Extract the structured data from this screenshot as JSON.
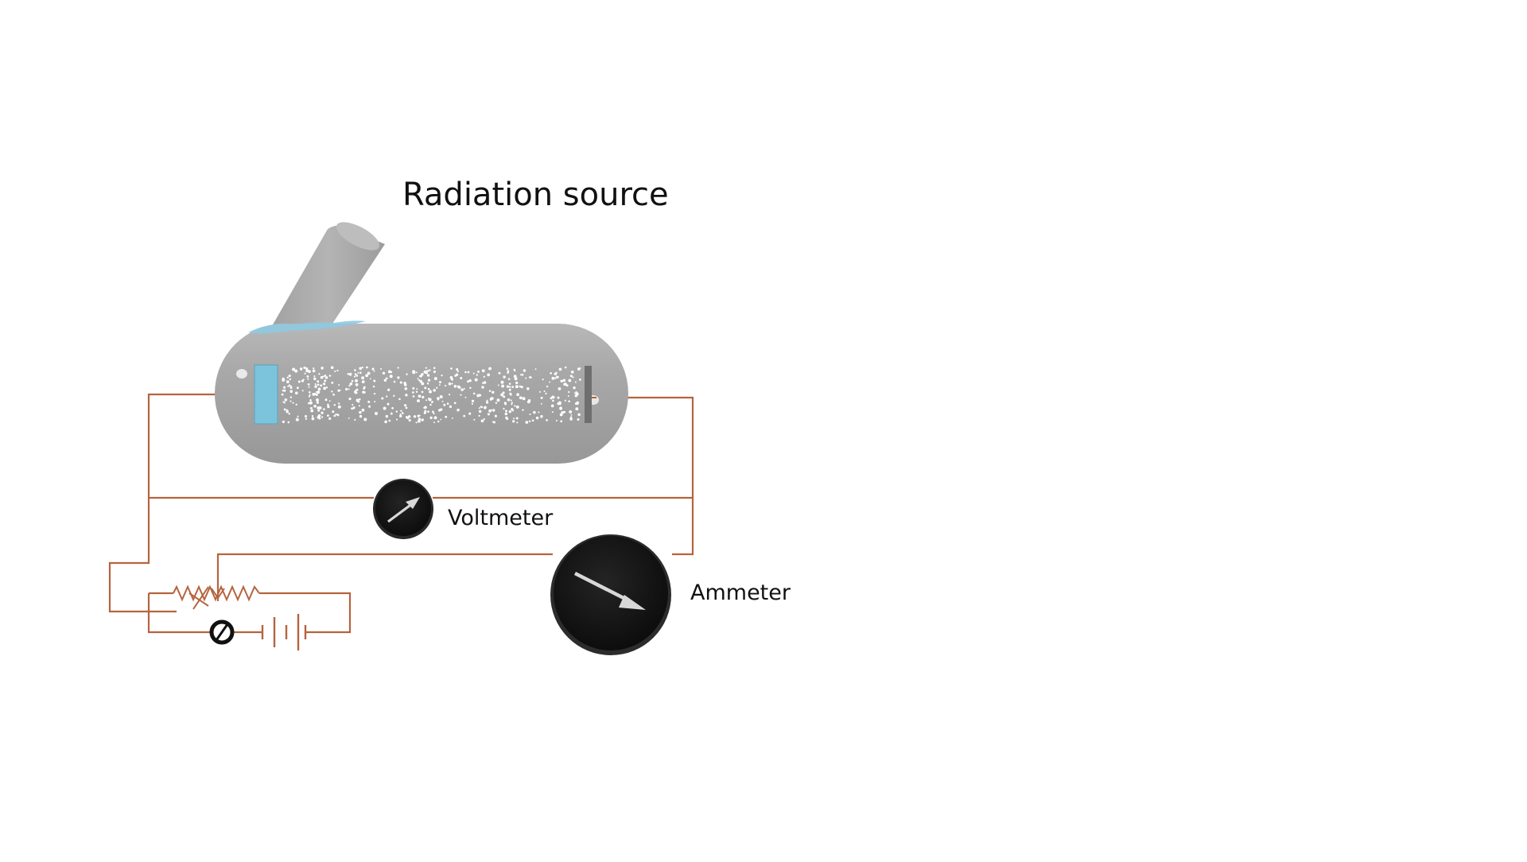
{
  "diagram": {
    "title": "Radiation source",
    "voltmeter_label": "Voltmeter",
    "ammeter_label": "Ammeter"
  },
  "colors": {
    "background": "#ffffff",
    "tube": "#a9a9a9",
    "wire": "#b5643e",
    "cathode_plate": "#7cc4dc",
    "meter_face": "#141414",
    "needle": "#d8d8d8",
    "text": "#111111"
  },
  "icons": {
    "tube": "photoelectric-vacuum-tube",
    "voltmeter": "meter-dial-icon",
    "ammeter": "meter-dial-icon",
    "battery": "battery-symbol-icon",
    "switch": "switch-symbol-icon",
    "rheostat": "variable-resistor-icon"
  }
}
